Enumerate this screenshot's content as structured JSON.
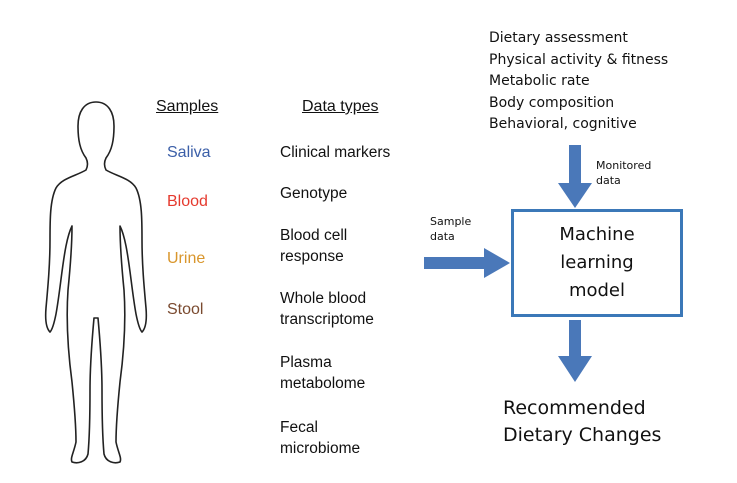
{
  "samples": {
    "header": "Samples",
    "items": [
      {
        "label": "Saliva",
        "color": "#3b5fa8"
      },
      {
        "label": "Blood",
        "color": "#e53a2e"
      },
      {
        "label": "Urine",
        "color": "#d9962c"
      },
      {
        "label": "Stool",
        "color": "#7a4a2f"
      }
    ]
  },
  "data_types": {
    "header": "Data types",
    "items": [
      {
        "lines": [
          "Clinical markers"
        ]
      },
      {
        "lines": [
          "Genotype"
        ]
      },
      {
        "lines": [
          "Blood cell",
          "response"
        ]
      },
      {
        "lines": [
          "Whole blood",
          "transcriptome"
        ]
      },
      {
        "lines": [
          "Plasma",
          "metabolome"
        ]
      },
      {
        "lines": [
          "Fecal",
          "microbiome"
        ]
      }
    ]
  },
  "monitored": {
    "items": [
      "Dietary assessment",
      "Physical activity & fitness",
      "Metabolic rate",
      "Body composition",
      "Behavioral, cognitive"
    ],
    "arrow_label": [
      "Monitored",
      "data"
    ]
  },
  "sample_arrow_label": [
    "Sample",
    "data"
  ],
  "model": {
    "lines": [
      "Machine",
      "learning",
      "model"
    ]
  },
  "output": {
    "lines": [
      "Recommended",
      "Dietary Changes"
    ]
  },
  "colors": {
    "arrow": "#4a78b9",
    "box_border": "#3b78b8"
  }
}
